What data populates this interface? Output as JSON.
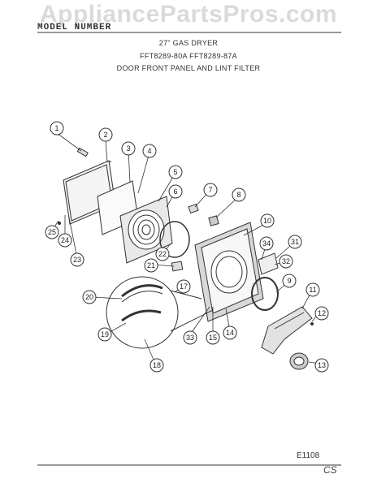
{
  "watermark": "AppliancePartsPros.com",
  "header": {
    "model_label": "MODEL NUMBER",
    "title": "27\" GAS DRYER",
    "models": "FFT8289-80A  FFT8289-87A",
    "section": "DOOR FRONT PANEL AND LINT FILTER"
  },
  "diagram_code": "E1108",
  "corner_mark": "CS",
  "callouts": [
    "1",
    "2",
    "3",
    "4",
    "5",
    "6",
    "7",
    "8",
    "9",
    "10",
    "11",
    "12",
    "13",
    "14",
    "15",
    "17",
    "18",
    "19",
    "20",
    "21",
    "22",
    "23",
    "24",
    "25",
    "31",
    "32",
    "33",
    "34"
  ]
}
